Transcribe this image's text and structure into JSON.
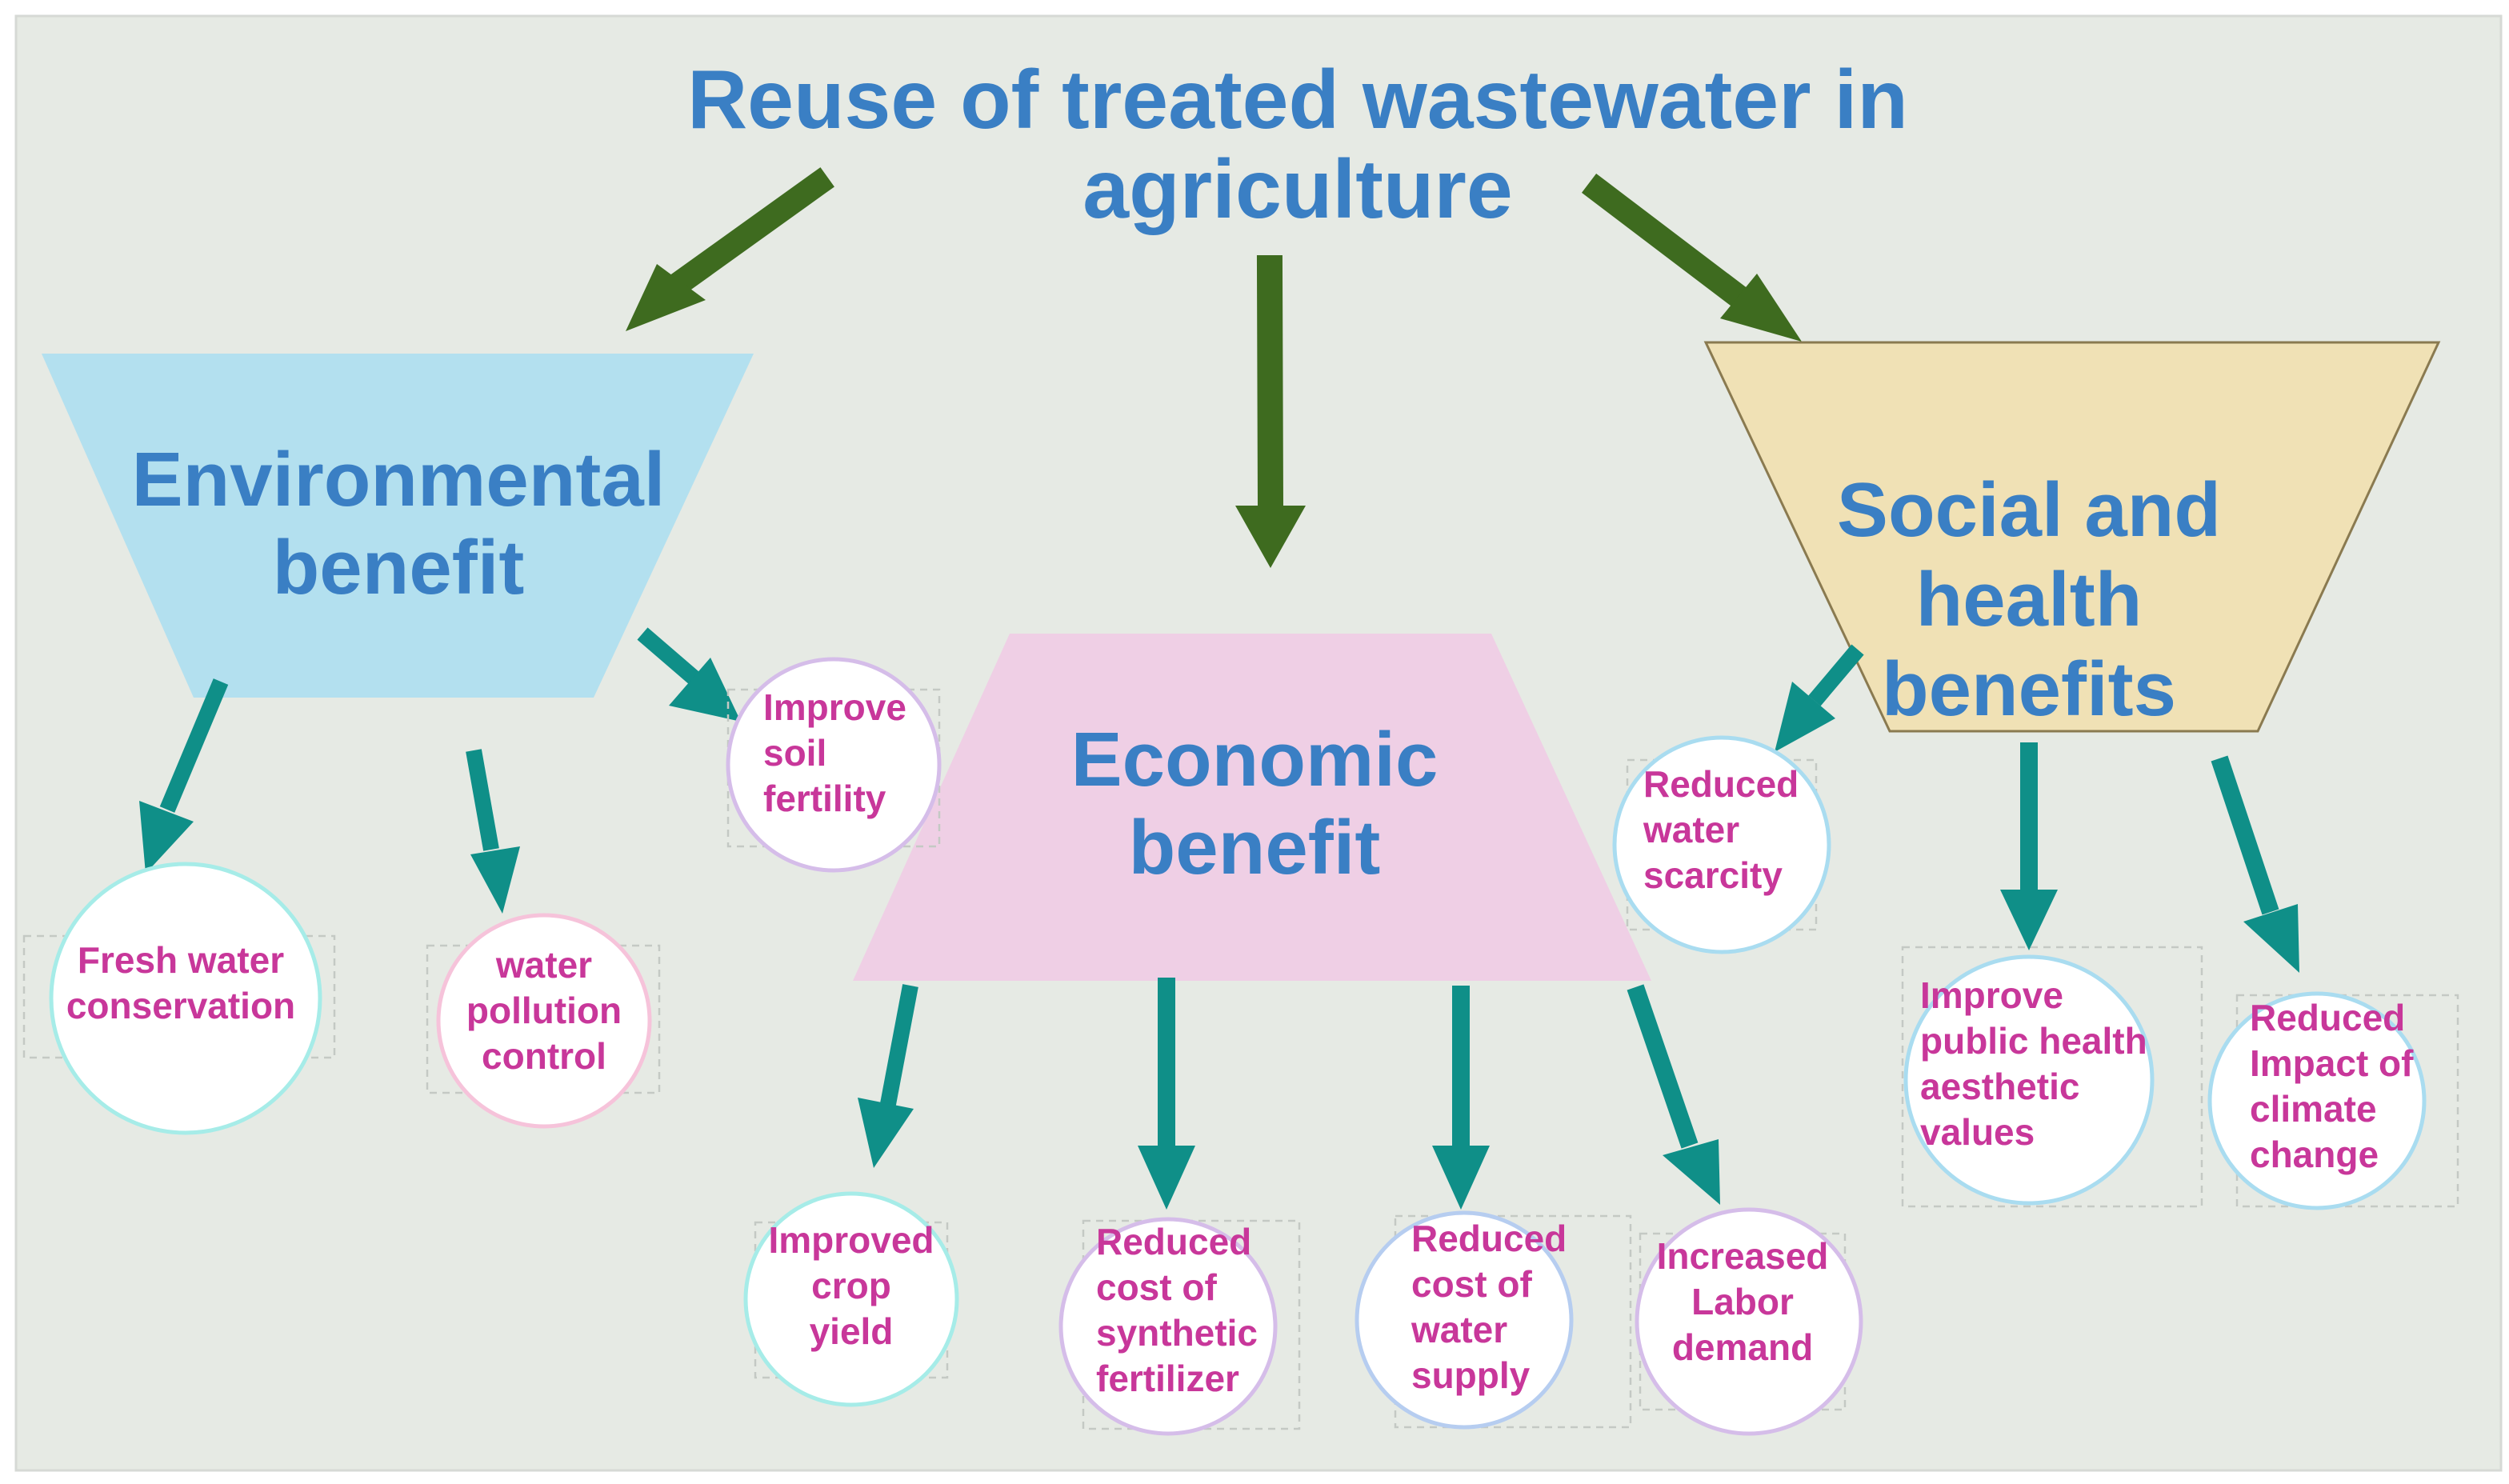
{
  "title": [
    "Reuse of treated wastewater in",
    "agriculture"
  ],
  "categories": {
    "environmental": {
      "label": [
        "Environmental",
        "benefit"
      ],
      "color": "#b3e0ef"
    },
    "economic": {
      "label": [
        "Economic",
        "benefit"
      ],
      "color": "#efcfe5"
    },
    "social": {
      "label": [
        "Social and",
        "health",
        "benefits"
      ],
      "color": "#f0e1b5"
    }
  },
  "benefits": [
    {
      "id": "fresh-water-conservation",
      "category": "environmental",
      "lines": [
        "Fresh water",
        "conservation"
      ],
      "ring": "#a6ece8"
    },
    {
      "id": "water-pollution-control",
      "category": "environmental",
      "lines": [
        "water",
        "pollution",
        "control"
      ],
      "ring": "#f6c3da"
    },
    {
      "id": "improve-soil-fertility",
      "category": "environmental",
      "lines": [
        "Improve",
        "soil",
        "fertility"
      ],
      "ring": "#d5bde9"
    },
    {
      "id": "improved-crop-yield",
      "category": "economic",
      "lines": [
        "Improved",
        "crop",
        "yield"
      ],
      "ring": "#a6ece8"
    },
    {
      "id": "reduced-cost-synthetic-fertilizer",
      "category": "economic",
      "lines": [
        "Reduced",
        "cost of",
        "synthetic",
        "fertilizer"
      ],
      "ring": "#d5bde9"
    },
    {
      "id": "reduced-cost-water-supply",
      "category": "economic",
      "lines": [
        "Reduced",
        "cost of",
        "water",
        "supply"
      ],
      "ring": "#b6cdf0"
    },
    {
      "id": "increased-labor-demand",
      "category": "economic",
      "lines": [
        "Increased",
        "Labor",
        "demand"
      ],
      "ring": "#d5bde9"
    },
    {
      "id": "reduced-water-scarcity",
      "category": "social",
      "lines": [
        "Reduced",
        "water",
        "scarcity"
      ],
      "ring": "#a9dcf0"
    },
    {
      "id": "improve-public-health",
      "category": "social",
      "lines": [
        "Improve",
        "public health",
        "aesthetic",
        "values"
      ],
      "ring": "#a9dcf0"
    },
    {
      "id": "reduced-impact-climate-change",
      "category": "social",
      "lines": [
        "Reduced",
        "Impact of",
        "climate",
        "change"
      ],
      "ring": "#a9dcf0"
    }
  ],
  "colors": {
    "background": "#e6eae4",
    "title_text": "#3a7fc4",
    "category_text": "#3a7fc4",
    "benefit_text": "#c8379a",
    "main_arrow": "#3e6b1f",
    "branch_arrow": "#0f8f88"
  }
}
